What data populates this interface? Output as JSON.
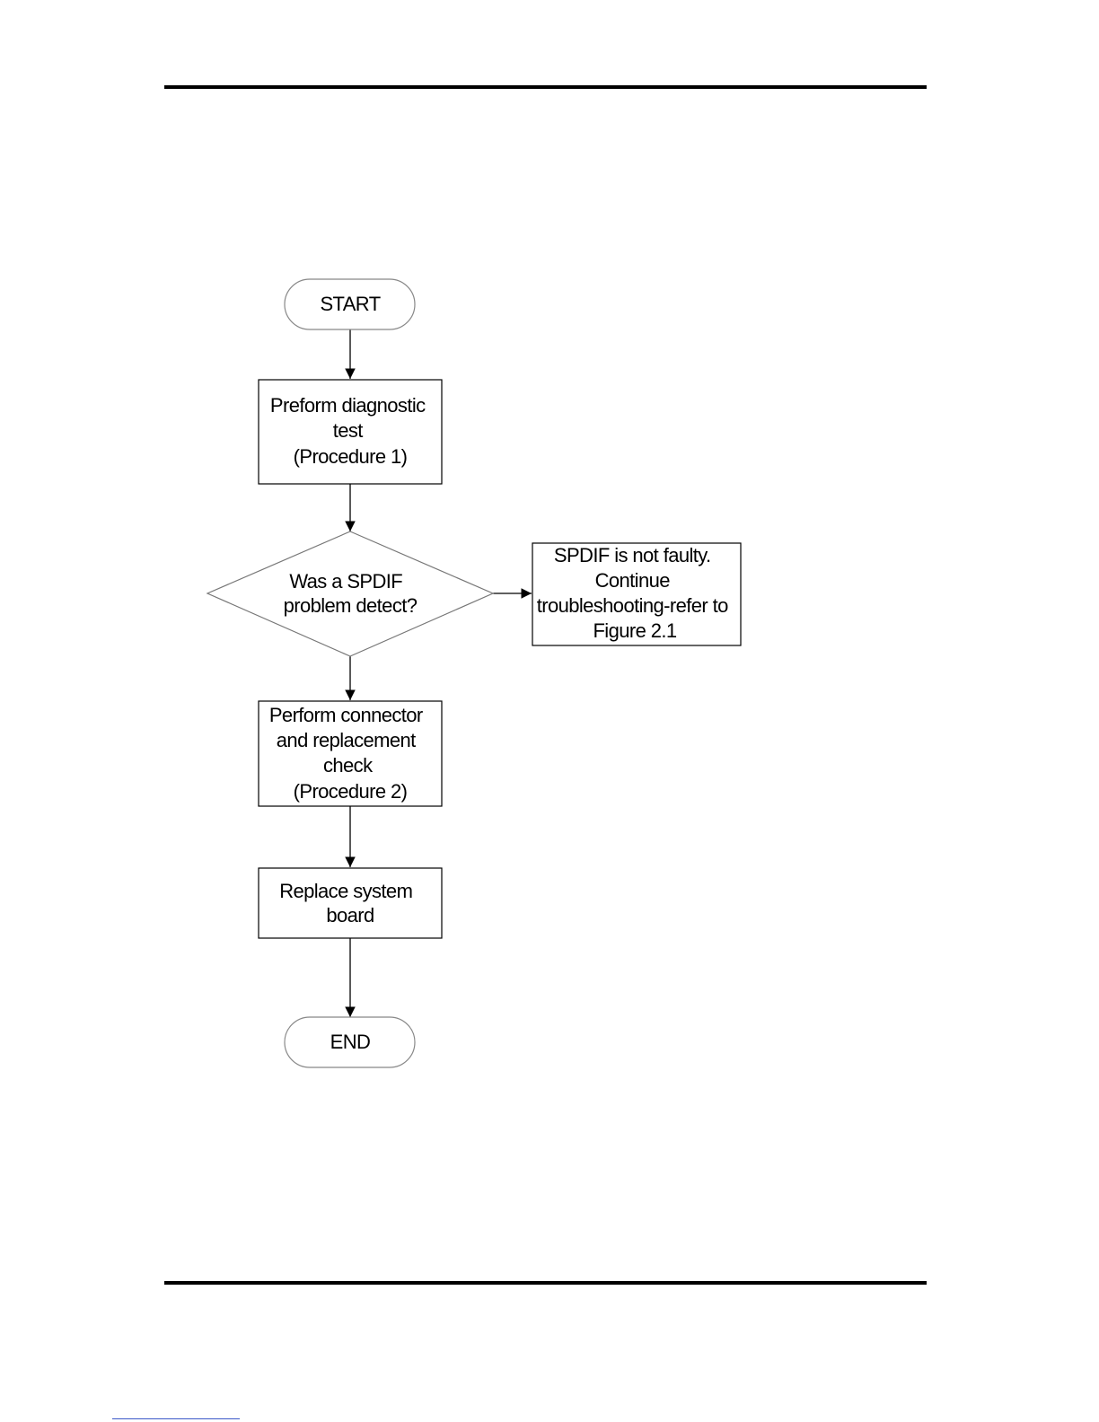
{
  "flowchart": {
    "nodes": [
      {
        "id": "start",
        "shape": "terminal",
        "lines": [
          "START"
        ]
      },
      {
        "id": "diag",
        "shape": "process",
        "lines": [
          "Preform diagnostic",
          "test",
          "(Procedure 1)"
        ]
      },
      {
        "id": "decision",
        "shape": "decision",
        "lines": [
          "Was a SPDIF",
          "problem detect?"
        ]
      },
      {
        "id": "notfaulty",
        "shape": "process",
        "lines": [
          "SPDIF is not faulty.",
          "Continue",
          "troubleshooting-refer to",
          "Figure 2.1"
        ]
      },
      {
        "id": "connector",
        "shape": "process",
        "lines": [
          "Perform connector",
          "and replacement",
          "check",
          "(Procedure 2)"
        ]
      },
      {
        "id": "replace",
        "shape": "process",
        "lines": [
          "Replace system",
          "board"
        ]
      },
      {
        "id": "end",
        "shape": "terminal",
        "lines": [
          "END"
        ]
      }
    ],
    "edges": [
      {
        "from": "start",
        "to": "diag"
      },
      {
        "from": "diag",
        "to": "decision"
      },
      {
        "from": "decision",
        "to": "notfaulty"
      },
      {
        "from": "decision",
        "to": "connector"
      },
      {
        "from": "connector",
        "to": "replace"
      },
      {
        "from": "replace",
        "to": "end"
      }
    ]
  }
}
